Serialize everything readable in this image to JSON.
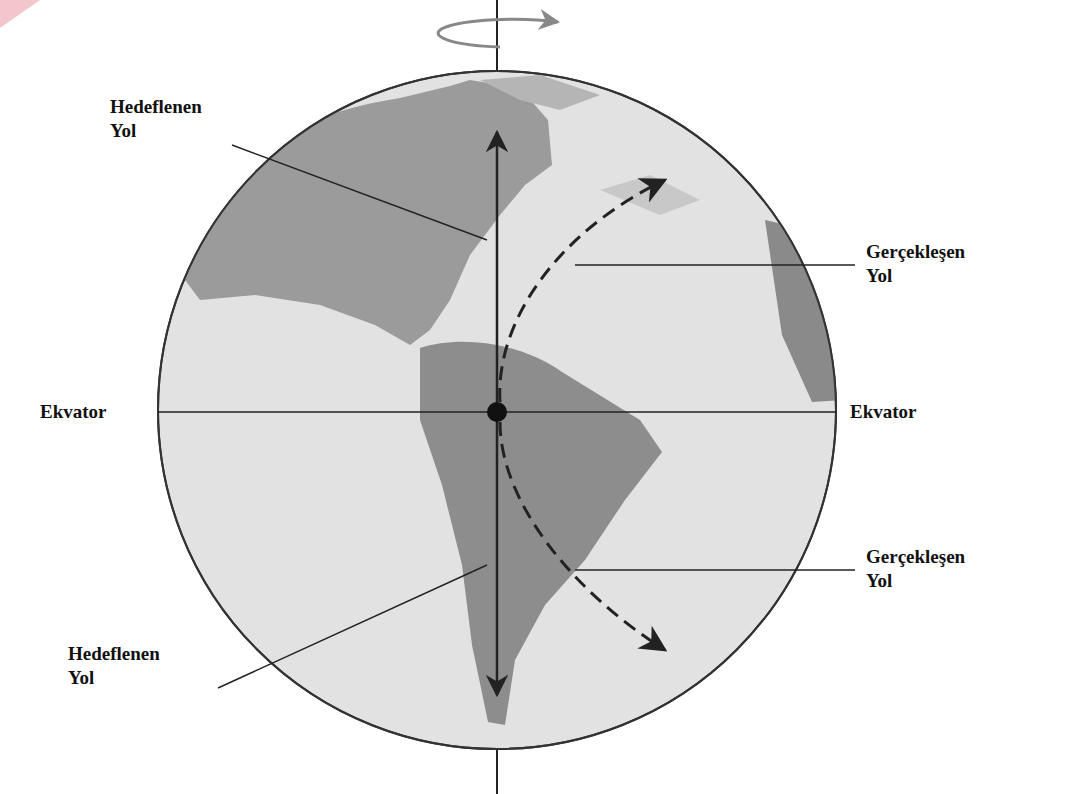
{
  "diagram": {
    "labels": [
      "Hedeflenen Yol",
      "Gerçekleşen Yol",
      "Ekvator",
      "Ekvator",
      "Gerçekleşen Yol",
      "Hedeflenen Yol"
    ]
  }
}
